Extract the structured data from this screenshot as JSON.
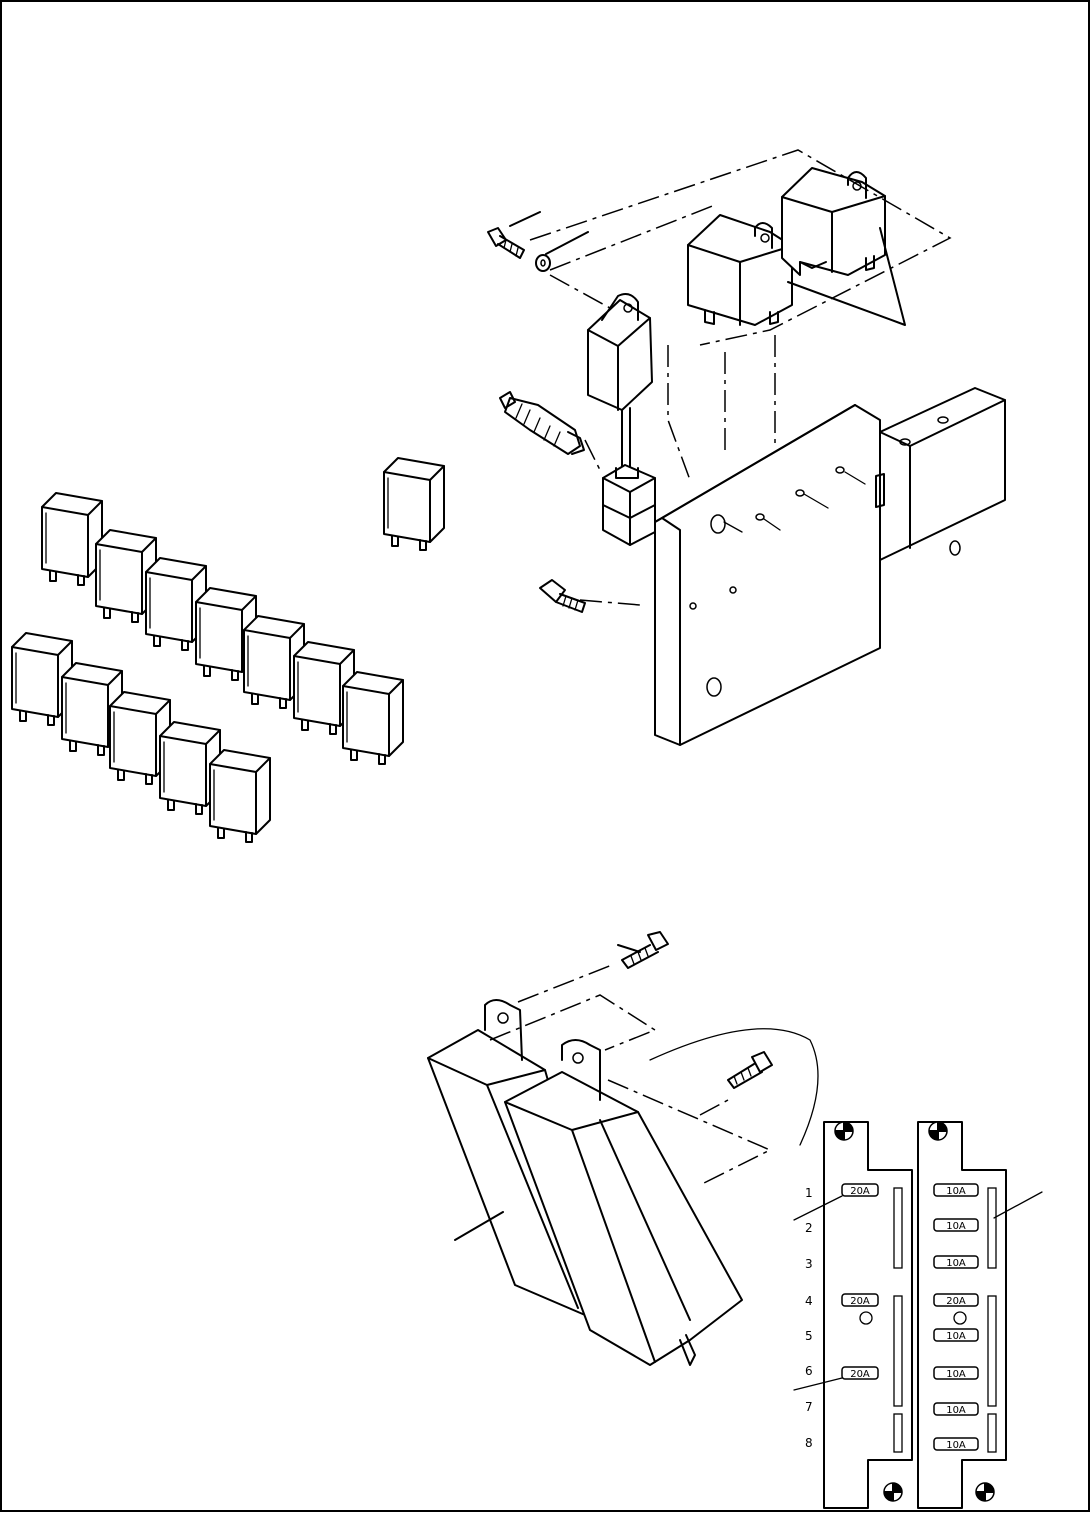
{
  "fuse_box_left": {
    "row_numbers": [
      "1",
      "2",
      "3",
      "4",
      "5",
      "6",
      "7",
      "8"
    ],
    "fuses": [
      "20A",
      "20A",
      "20A"
    ]
  },
  "fuse_box_right": {
    "fuses": [
      "10A",
      "10A",
      "10A",
      "20A",
      "10A",
      "10A",
      "10A",
      "10A"
    ]
  }
}
